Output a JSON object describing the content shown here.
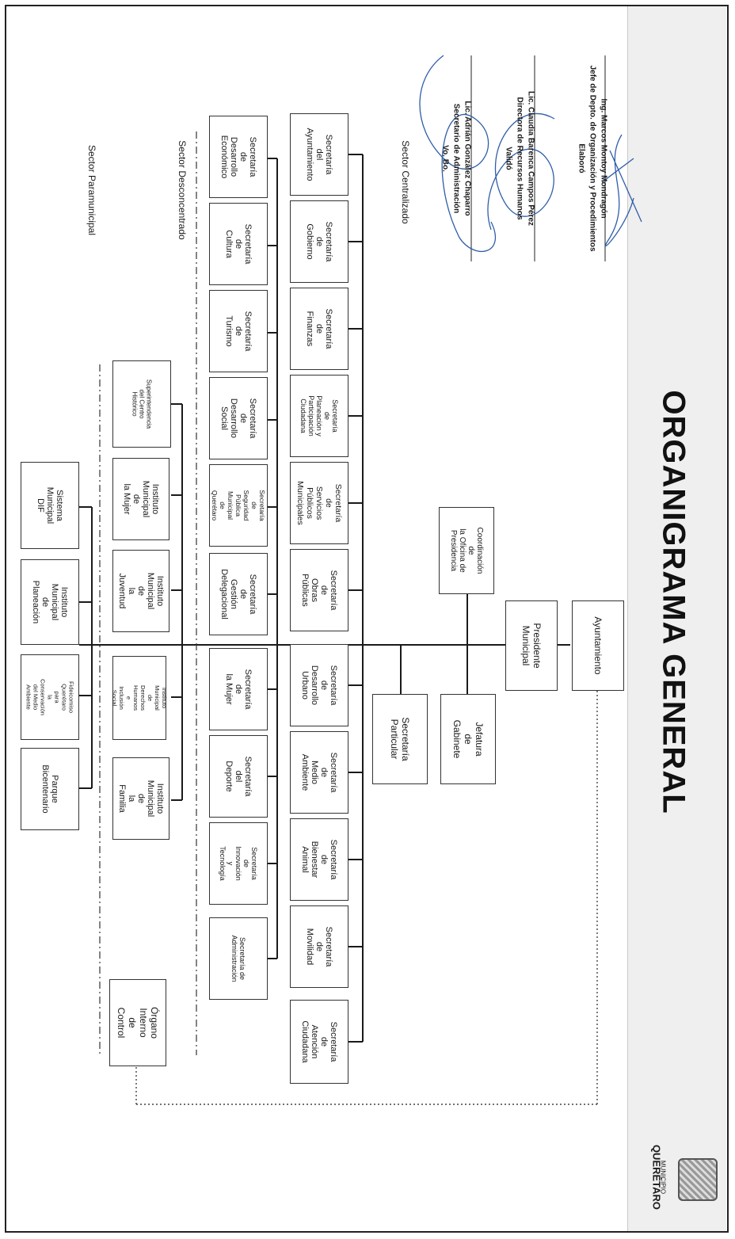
{
  "title": "ORGANIGRAMA GENERAL",
  "logo": {
    "text": "QUERÉTARO",
    "subtext": "MUNICIPIO"
  },
  "signatures": [
    {
      "name": "Ing. Marcos Montoy Mondragón",
      "role": "Jefe de Depto. de Organización y Procedimientos",
      "action": "Elaboró"
    },
    {
      "name": "Lic. Claudia Barenca Campos Pérez",
      "role": "Directora de Recursos Humanos",
      "action": "Validó"
    },
    {
      "name": "Lic. Adrián González Chaparro",
      "role": "Secretario de Administración",
      "action": "Vo. Bo."
    }
  ],
  "sectors": {
    "centralizado": "Sector Centralizado",
    "desconcentrado": "Sector Desconcentrado",
    "paramunicipal": "Sector Paramunicipal"
  },
  "top": {
    "ayuntamiento": "Ayuntamiento",
    "presidente": "Presidente\nMunicipal",
    "coordinacion": "Coordinación de\nla Oficina de\nPresidencia",
    "jefatura": "Jefatura de\nGabinete",
    "particular": "Secretaría\nParticular",
    "organo": "Órgano\nInterno de\nControl"
  },
  "row1": [
    "Secretaría del\nAyuntamiento",
    "Secretaría de\nGobierno",
    "Secretaría de\nFinanzas",
    "Secretaría de\nPlaneación y\nParticipación\nCiudadana",
    "Secretaría de\nServicios\nPúblicos\nMunicipales",
    "Secretaría de\nObras\nPúblicas",
    "Secretaría de\nDesarrollo\nUrbano",
    "Secretaría de\nMedio\nAmbiente",
    "Secretaría de\nBienestar\nAnimal",
    "Secretaría de\nMovilidad",
    "Secretaría de\nAtención\nCiudadana"
  ],
  "row2": [
    "Secretaría de\nDesarrollo\nEconómico",
    "Secretaría de\nCultura",
    "Secretaría de\nTurismo",
    "Secretaría de\nDesarrollo\nSocial",
    "Secretaría de\nSeguridad\nPública Municipal\nde Querétaro",
    "Secretaría de\nGestión\nDelegacional",
    "Secretaría de\nla Mujer",
    "Secretaría\ndel Deporte",
    "Secretaría de\nInnovación y\nTecnología",
    "Secretaría de\nAdministración"
  ],
  "row3": [
    "Superintendencia\ndel Centro\nHistórico",
    "Instituto\nMunicipal de\nla Mujer",
    "Instituto\nMunicipal de\nla Juventud",
    "Instituto\nMunicipal de\nDerechos\nHumanos e\nInclusión Social",
    "Instituto\nMunicipal de\nla Familia"
  ],
  "row4": [
    "Sistema\nMunicipal\nDIF",
    "Instituto\nMunicipal de\nPlaneación",
    "Fideicomiso\nQuerétaro para\nla Conservación\ndel Medio\nAmbiente",
    "Parque\nBicentenario"
  ],
  "colors": {
    "line": "#1a1a1a",
    "box_border": "#333333",
    "signature_ink": "#2f5ea8",
    "band": "#efefef"
  }
}
